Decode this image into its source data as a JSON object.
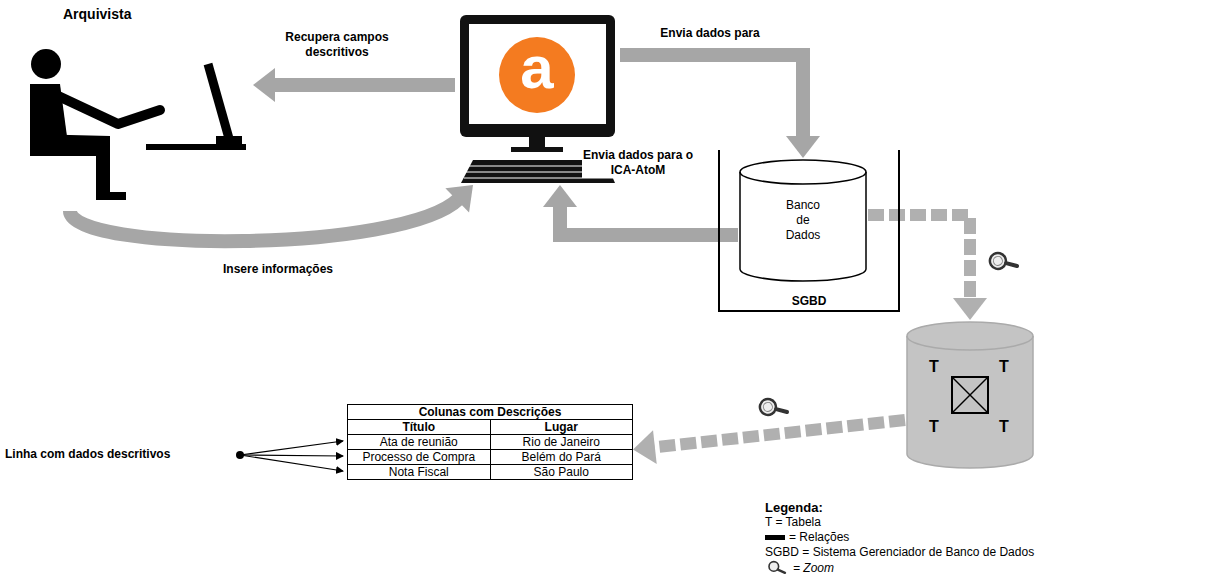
{
  "diagram": {
    "nodes": [
      {
        "text": [
          "Arquivista"
        ]
      },
      {
        "text": [
          "a"
        ]
      },
      {
        "text": [
          "SGBD"
        ]
      },
      {
        "text": [
          "Banco de Dados"
        ],
        "in": 2
      },
      {
        "text": [
          "T",
          "T",
          "T",
          "T"
        ]
      },
      {
        "text": [
          "Colunas com Descrições",
          "Título",
          "Lugar",
          "Ata de reunião",
          "Rio de Janeiro",
          "Processo de Compra",
          "Belém do Pará",
          "Nota Fiscal",
          "São Paulo"
        ]
      }
    ],
    "edges": [
      {
        "from": 1,
        "to": 0,
        "arrow": "to",
        "label": "Recupera campos descritivos"
      },
      {
        "from": 0,
        "to": 1,
        "arrow": "to",
        "label": "Insere informações"
      },
      {
        "from": 1,
        "to": 3,
        "arrow": "to",
        "label": "Envia dados para"
      },
      {
        "from": 3,
        "to": 1,
        "arrow": "to",
        "label": "Envia dados para o ICA-AtoM"
      },
      {
        "from": 3,
        "to": 4,
        "arrow": "to"
      },
      {
        "from": 4,
        "to": 5,
        "arrow": "to"
      }
    ],
    "labels": [
      "Linha com dados descritivos",
      "Legenda:"
    ],
    "legend": [
      {
        "text": "T = Tabela"
      },
      {
        "text": "= Relações"
      },
      {
        "text": "SGBD = Sistema Gerenciador de Banco de Dados"
      },
      {
        "text": "= Zoom"
      }
    ]
  }
}
